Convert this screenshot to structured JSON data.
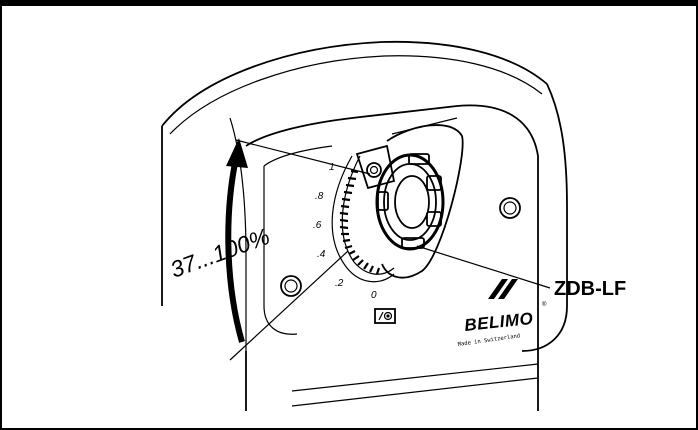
{
  "callout": {
    "label": "ZDB-LF"
  },
  "range": {
    "label": "37...100%"
  },
  "scale": {
    "ticks": [
      "1",
      ".8",
      ".6",
      ".4",
      ".2",
      "0"
    ]
  },
  "brand": {
    "name": "BELIMO",
    "registered": "®",
    "made_in": "Made in Switzerland"
  },
  "icons": {
    "indicator": "manual-override-icon",
    "logo": "belimo-logo-icon"
  }
}
